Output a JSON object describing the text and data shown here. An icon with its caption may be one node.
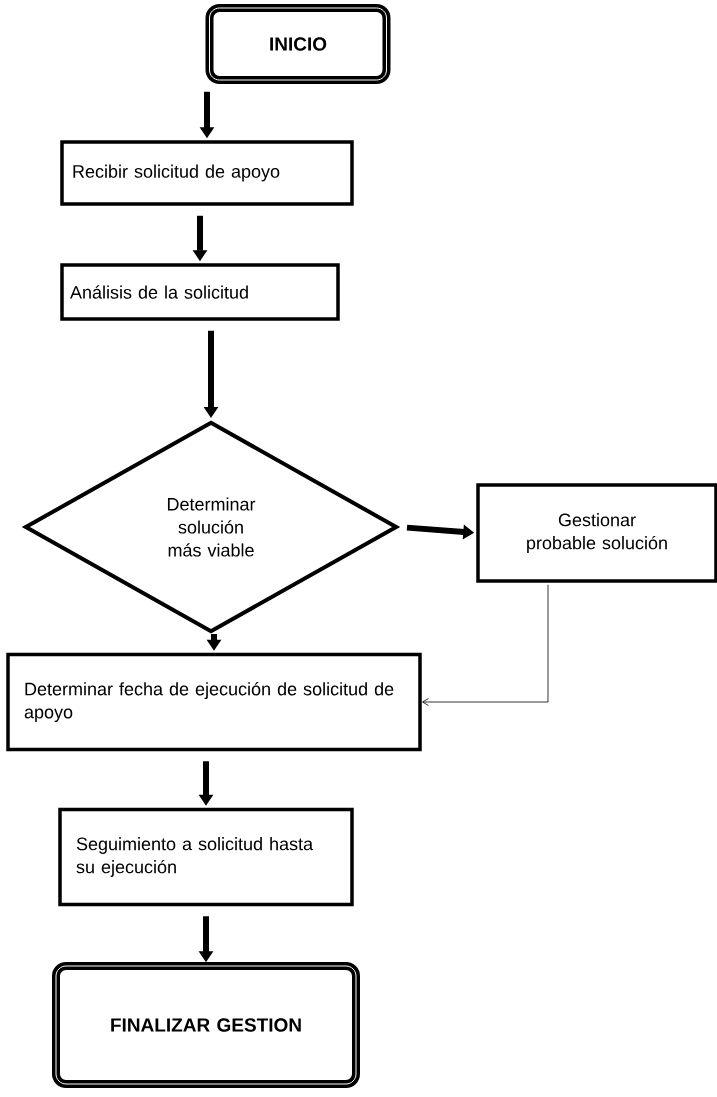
{
  "diagram": {
    "nodes": [
      {
        "text": [
          "INICIO"
        ]
      },
      {
        "text": [
          "Recibir solicitud de apoyo"
        ]
      },
      {
        "text": [
          "Análisis de la solicitud"
        ]
      },
      {
        "text": [
          "Determinar solución más viable"
        ]
      },
      {
        "text": [
          "Gestionar probable solución"
        ]
      },
      {
        "text": [
          "Determinar fecha de ejecución de solicitud de apoyo"
        ]
      },
      {
        "text": [
          "Seguimiento a solicitud hasta su ejecución"
        ]
      },
      {
        "text": [
          "FINALIZAR GESTION"
        ]
      }
    ],
    "edges": [
      {
        "from": 0,
        "to": 1,
        "arrow": "to"
      },
      {
        "from": 1,
        "to": 2,
        "arrow": "to"
      },
      {
        "from": 2,
        "to": 3,
        "arrow": "to"
      },
      {
        "from": 3,
        "to": 4,
        "arrow": "to"
      },
      {
        "from": 3,
        "to": 5,
        "arrow": "to"
      },
      {
        "from": 4,
        "to": 5,
        "arrow": "to"
      },
      {
        "from": 5,
        "to": 6,
        "arrow": "to"
      },
      {
        "from": 6,
        "to": 7,
        "arrow": "to"
      }
    ]
  }
}
